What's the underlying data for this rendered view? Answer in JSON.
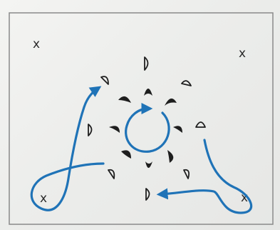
{
  "corner_marks": [
    {
      "id": "top-left",
      "label": "x"
    },
    {
      "id": "top-right",
      "label": "x"
    },
    {
      "id": "bottom-left",
      "label": "x"
    },
    {
      "id": "bottom-right",
      "label": "x"
    }
  ],
  "colors": {
    "paper": "#f4f4f2",
    "border": "#8a8a8a",
    "ink": "#1e1e1e",
    "arrow_blue": "#1f73b7"
  },
  "icons": {
    "inner_ring": "filled-half-moon-icon",
    "outer_ring": "open-half-moon-icon",
    "center_arrow": "circular-arrow-icon"
  }
}
